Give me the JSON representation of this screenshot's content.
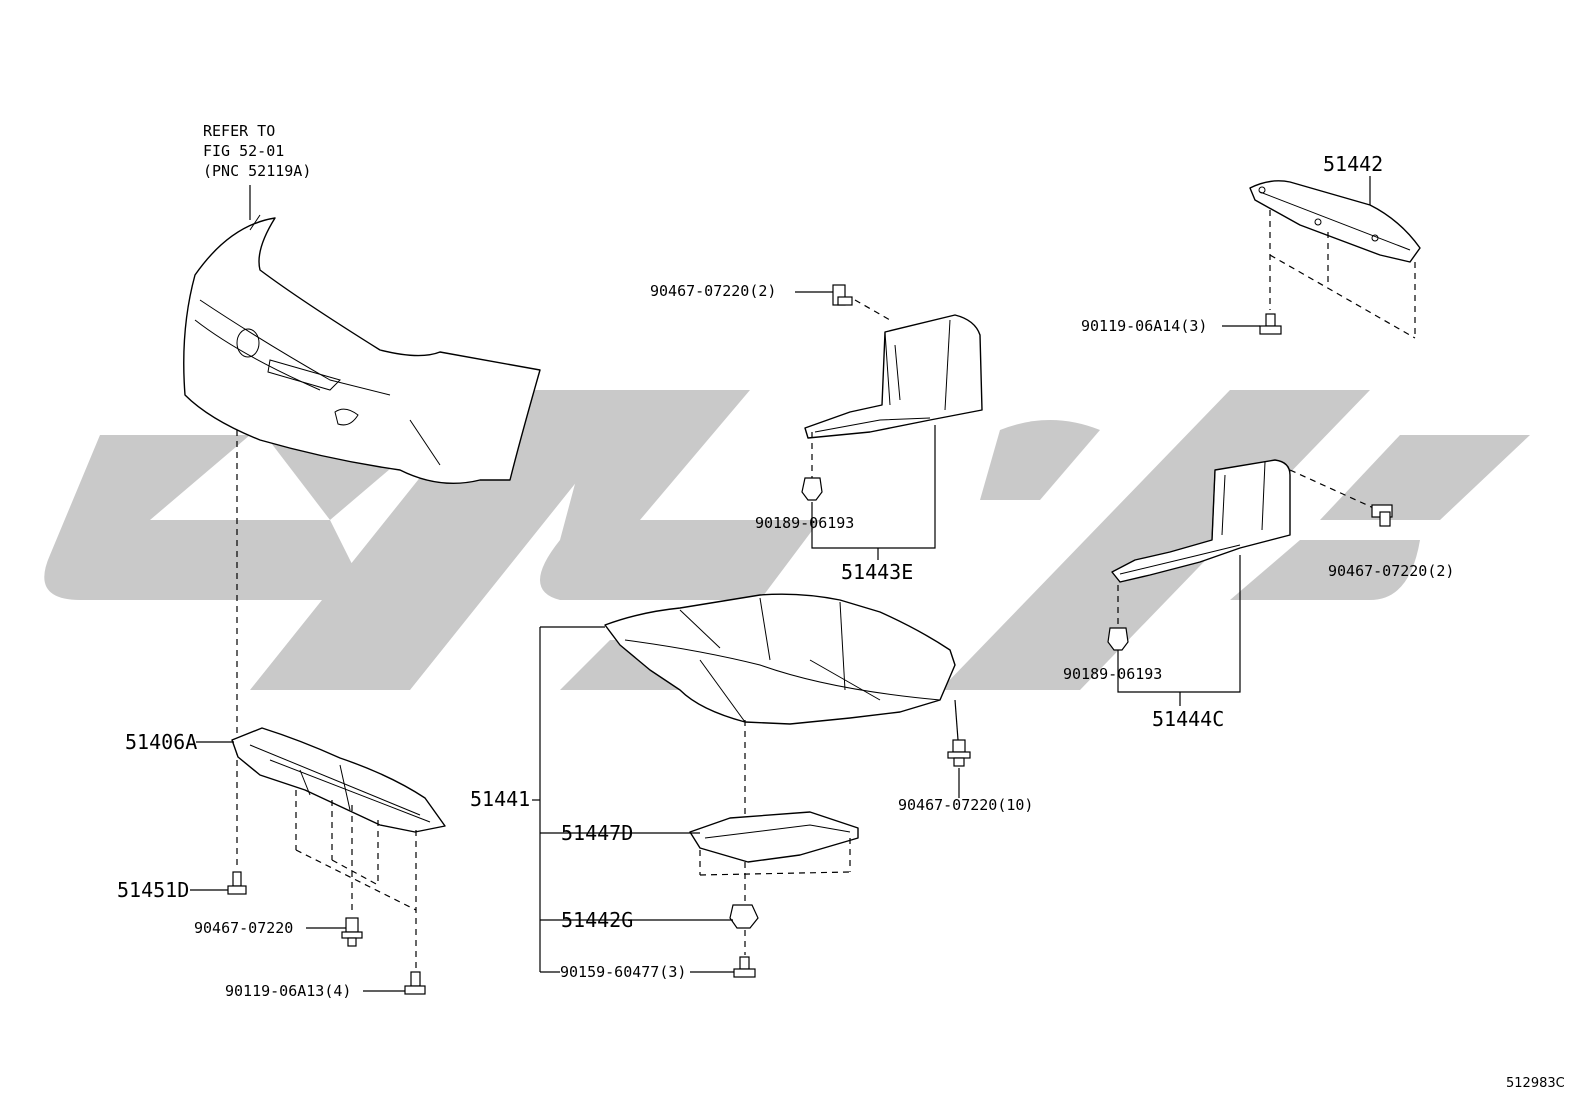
{
  "refer_note": [
    "REFER TO",
    "FIG 52-01",
    "(PNC 52119A)"
  ],
  "watermark_color": "#c9c9c9",
  "labels": {
    "p51442": "51442",
    "p90119_06A14_3": "90119-06A14(3)",
    "p90467_07220_2_top": "90467-07220(2)",
    "p90189_06193_mid": "90189-06193",
    "p51443E": "51443E",
    "p90467_07220_2_right": "90467-07220(2)",
    "p90189_06193_right": "90189-06193",
    "p51444C": "51444C",
    "p51441": "51441",
    "p90467_07220_10": "90467-07220(10)",
    "p51447D": "51447D",
    "p51442G": "51442G",
    "p90159_60477_3": "90159-60477(3)",
    "p51406A": "51406A",
    "p51451D": "51451D",
    "p90467_07220": "90467-07220",
    "p90119_06A13_4": "90119-06A13(4)"
  },
  "figure_id": "512983C"
}
